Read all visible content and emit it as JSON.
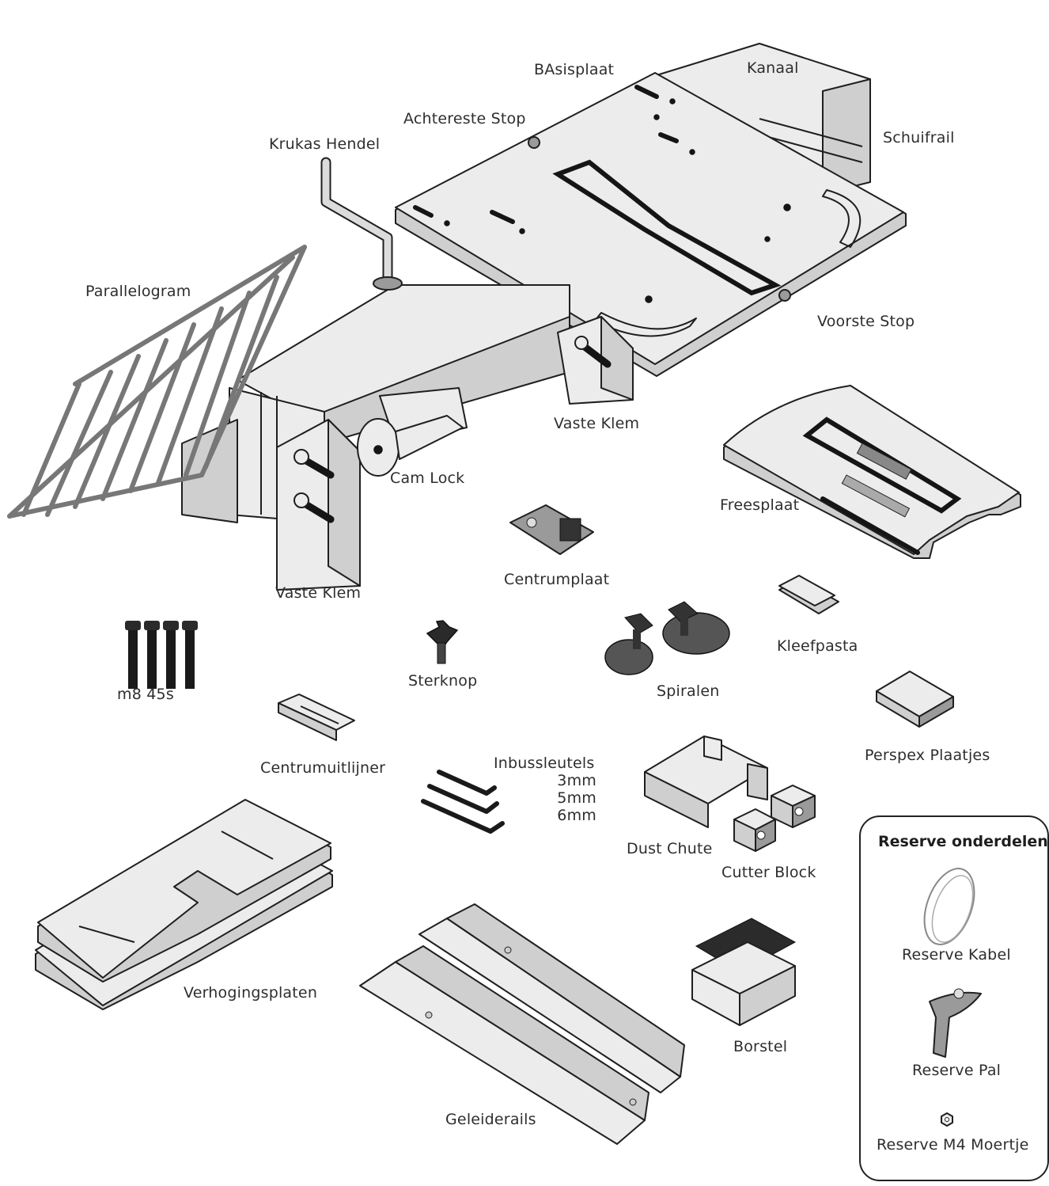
{
  "labels": {
    "basisplaat": "BAsisplaat",
    "kanaal": "Kanaal",
    "achtereste_stop": "Achtereste Stop",
    "schuifrail": "Schuifrail",
    "krukas_hendel": "Krukas Hendel",
    "parallelogram": "Parallelogram",
    "voorste_stop": "Voorste Stop",
    "vaste_klem_right": "Vaste Klem",
    "cam_lock": "Cam Lock",
    "freesplaat": "Freesplaat",
    "centrumplaat": "Centrumplaat",
    "vaste_klem_left": "Vaste Klem",
    "m8": "m8 45s",
    "sterknop": "Sterknop",
    "spiralen": "Spiralen",
    "kleefpasta": "Kleefpasta",
    "perspex": "Perspex Plaatjes",
    "centrumuitlijner": "Centrumuitlijner",
    "inbussleutels": "Inbussleutels",
    "size_3": "3mm",
    "size_5": "5mm",
    "size_6": "6mm",
    "dust_chute": "Dust Chute",
    "cutter_block": "Cutter Block",
    "verhogingsplaten": "Verhogingsplaten",
    "geleiderails": "Geleiderails",
    "borstel": "Borstel"
  },
  "spares": {
    "title": "Reserve onderdelen",
    "kabel": "Reserve Kabel",
    "pal": "Reserve Pal",
    "moertje": "Reserve M4 Moertje"
  }
}
